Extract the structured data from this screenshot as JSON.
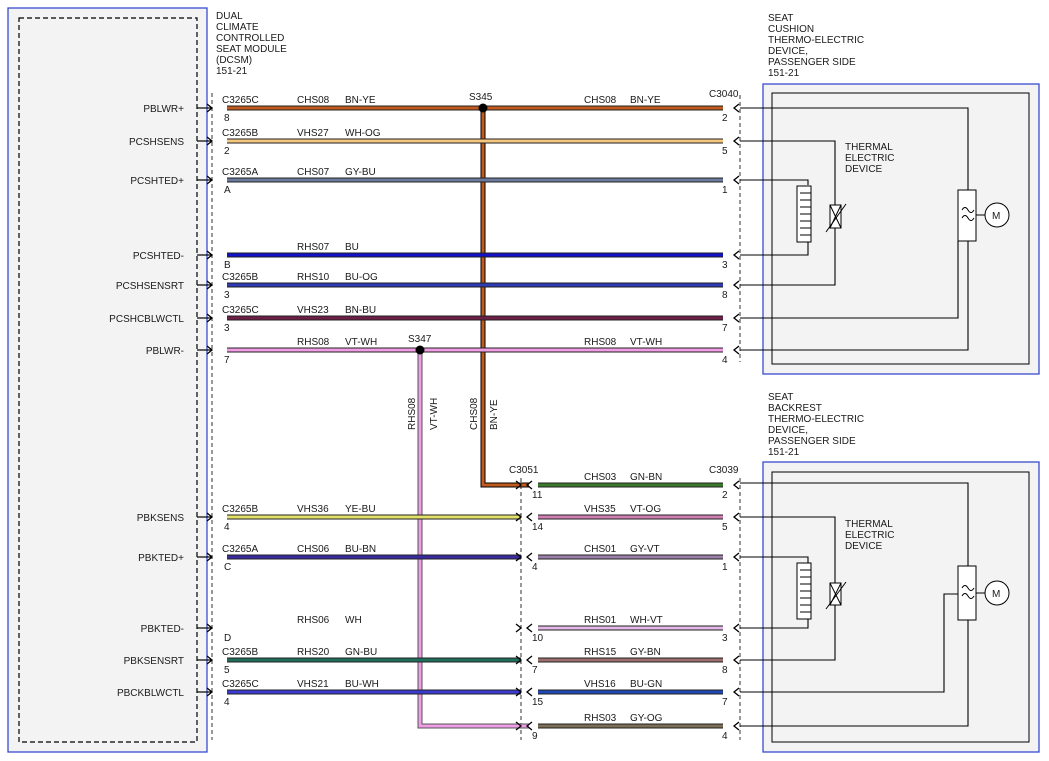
{
  "module": {
    "label": [
      "DUAL",
      "CLIMATE",
      "CONTROLLED",
      "SEAT MODULE",
      "(DCSM)",
      "151-21"
    ]
  },
  "cushion_device": {
    "label": [
      "SEAT",
      "CUSHION",
      "THERMO-ELECTRIC",
      "DEVICE,",
      "PASSENGER SIDE",
      "151-21"
    ],
    "inner_label": [
      "THERMAL",
      "ELECTRIC",
      "DEVICE"
    ],
    "motor": "M"
  },
  "backrest_device": {
    "label": [
      "SEAT",
      "BACKREST",
      "THERMO-ELECTRIC",
      "DEVICE,",
      "PASSENGER SIDE",
      "151-21"
    ],
    "inner_label": [
      "THERMAL",
      "ELECTRIC",
      "DEVICE"
    ],
    "motor": "M"
  },
  "splices": [
    {
      "id": "S345"
    },
    {
      "id": "S347"
    }
  ],
  "connectors": {
    "cushion_device": "C3040",
    "inline": "C3051",
    "backrest_device": "C3039"
  },
  "vertical_wires": [
    {
      "circuit": "CHS08",
      "color": "BN-YE"
    },
    {
      "circuit": "RHS08",
      "color": "VT-WH"
    }
  ],
  "circuits": [
    {
      "signal": "PBLWR+",
      "connector": "C3265C",
      "pin": "8",
      "circuit": "CHS08",
      "color": "BN-YE",
      "right_circuit": "CHS08",
      "right_color": "BN-YE",
      "right_pin": "2",
      "wire_hex": "#c05a1e"
    },
    {
      "signal": "PCSHSENS",
      "connector": "C3265B",
      "pin": "2",
      "circuit": "VHS27",
      "color": "WH-OG",
      "right_pin": "5",
      "wire_hex": "#f6c77e"
    },
    {
      "signal": "PCSHTED+",
      "connector": "C3265A",
      "pin": "A",
      "circuit": "CHS07",
      "color": "GY-BU",
      "right_pin": "1",
      "wire_hex": "#6b7a9c"
    },
    {
      "signal": "PCSHTED-",
      "connector": "",
      "pin": "B",
      "circuit": "RHS07",
      "color": "BU",
      "right_pin": "3",
      "wire_hex": "#1212c8"
    },
    {
      "signal": "PCSHSENSRT",
      "connector": "C3265B",
      "pin": "3",
      "circuit": "RHS10",
      "color": "BU-OG",
      "right_pin": "8",
      "wire_hex": "#2e3bb5"
    },
    {
      "signal": "PCSHCBLWCTL",
      "connector": "C3265C",
      "pin": "3",
      "circuit": "VHS23",
      "color": "BN-BU",
      "right_pin": "7",
      "wire_hex": "#6e1f47"
    },
    {
      "signal": "PBLWR-",
      "connector": "",
      "pin": "7",
      "circuit": "RHS08",
      "color": "VT-WH",
      "right_circuit": "RHS08",
      "right_color": "VT-WH",
      "right_pin": "4",
      "wire_hex": "#f09de6"
    },
    {
      "signal": "",
      "connector": "",
      "pin": "",
      "circuit": "",
      "color": "",
      "mid_pin": "11",
      "right_circuit": "CHS03",
      "right_color": "GN-BN",
      "right_pin": "2",
      "wire_hex": "#3b7a2a"
    },
    {
      "signal": "PBKSENS",
      "connector": "C3265B",
      "pin": "4",
      "circuit": "VHS36",
      "color": "YE-BU",
      "mid_pin": "14",
      "right_circuit": "VHS35",
      "right_color": "VT-OG",
      "right_pin": "5",
      "wire_hex": "#e3e06a",
      "right_wire_hex": "#d07fb3"
    },
    {
      "signal": "PBKTED+",
      "connector": "C3265A",
      "pin": "C",
      "circuit": "CHS06",
      "color": "BU-BN",
      "mid_pin": "4",
      "right_circuit": "CHS01",
      "right_color": "GY-VT",
      "right_pin": "1",
      "wire_hex": "#3a2aa0",
      "right_wire_hex": "#9b7fa8"
    },
    {
      "signal": "PBKTED-",
      "connector": "",
      "pin": "D",
      "circuit": "RHS06",
      "color": "WH",
      "mid_pin": "10",
      "right_circuit": "RHS01",
      "right_color": "WH-VT",
      "right_pin": "3",
      "wire_hex": "#d8d8e8",
      "right_wire_hex": "#e4b8e8"
    },
    {
      "signal": "PBKSENSRT",
      "connector": "C3265B",
      "pin": "5",
      "circuit": "RHS20",
      "color": "GN-BU",
      "mid_pin": "7",
      "right_circuit": "RHS15",
      "right_color": "GY-BN",
      "right_pin": "8",
      "wire_hex": "#1f6e5a",
      "right_wire_hex": "#9c6f6f"
    },
    {
      "signal": "PBCKBLWCTL",
      "connector": "C3265C",
      "pin": "4",
      "circuit": "VHS21",
      "color": "BU-WH",
      "mid_pin": "15",
      "right_circuit": "VHS16",
      "right_color": "BU-GN",
      "right_pin": "7",
      "wire_hex": "#3a3ad0",
      "right_wire_hex": "#2048b0"
    },
    {
      "signal": "",
      "connector": "",
      "pin": "",
      "circuit": "",
      "color": "",
      "mid_pin": "9",
      "right_circuit": "RHS03",
      "right_color": "GY-OG",
      "right_pin": "4",
      "wire_hex": "#7a6e55"
    }
  ]
}
